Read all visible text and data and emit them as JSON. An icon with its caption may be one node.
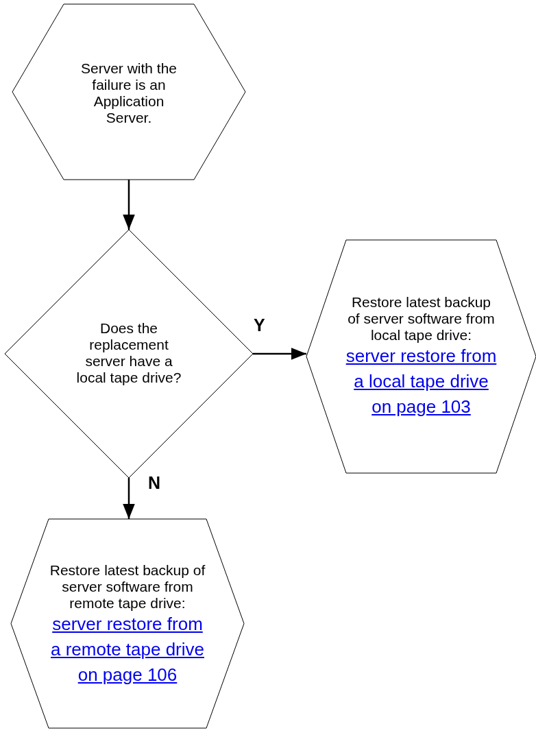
{
  "diagram": {
    "nodes": [
      {
        "text": [
          "Server with the failure is an Application Server."
        ]
      },
      {
        "text": [
          "Does the replacement server have a local tape drive?"
        ]
      },
      {
        "text": [
          "Restore latest backup of server software from local tape drive:",
          "server restore from a local tape drive on page 103"
        ]
      },
      {
        "text": [
          "Restore latest backup of server software from remote tape drive:",
          "server restore from a remote tape drive on page 106"
        ]
      }
    ],
    "edges": [
      {
        "from": 0,
        "to": 1,
        "arrow": "to"
      },
      {
        "from": 1,
        "to": 2,
        "arrow": "to",
        "label": "Y"
      },
      {
        "from": 1,
        "to": 3,
        "arrow": "to",
        "label": "N"
      }
    ]
  }
}
